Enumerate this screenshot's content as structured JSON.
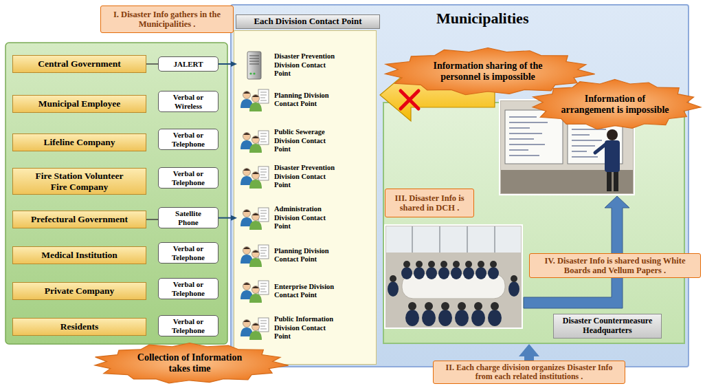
{
  "diagram": {
    "nodes": [
      {
        "text": [
          "I. Disaster Info gathers in the Municipalities ."
        ]
      },
      {
        "text": [
          "Municipalities"
        ]
      },
      {
        "text": [
          "Each Division Contact Point"
        ],
        "in": 1
      },
      {
        "text": [
          "Disaster Prevention Division Contact Point"
        ],
        "in": 2
      },
      {
        "text": [
          "Planning Division Contact Point"
        ],
        "in": 2
      },
      {
        "text": [
          "Public Sewerage Division Contact Point"
        ],
        "in": 2
      },
      {
        "text": [
          "Disaster Prevention Division Contact Point"
        ],
        "in": 2
      },
      {
        "text": [
          "Administration Division Contact Point"
        ],
        "in": 2
      },
      {
        "text": [
          "Planning Division Contact Point"
        ],
        "in": 2
      },
      {
        "text": [
          "Enterprise Division Contact Point"
        ],
        "in": 2
      },
      {
        "text": [
          "Public Information Division Contact Point"
        ],
        "in": 2
      },
      {
        "text": [
          "Central Government"
        ]
      },
      {
        "text": [
          "Municipal Employee"
        ]
      },
      {
        "text": [
          "Lifeline Company"
        ]
      },
      {
        "text": [
          "Fire Station Volunteer Fire Company"
        ]
      },
      {
        "text": [
          "Prefectural Government"
        ]
      },
      {
        "text": [
          "Medical Institution"
        ]
      },
      {
        "text": [
          "Private Company"
        ]
      },
      {
        "text": [
          "Residents"
        ]
      },
      {
        "text": [
          "JALERT"
        ]
      },
      {
        "text": [
          "Verbal or Wireless"
        ]
      },
      {
        "text": [
          "Verbal or Telephone"
        ]
      },
      {
        "text": [
          "Verbal or Telephone"
        ]
      },
      {
        "text": [
          "Satellite Phone"
        ]
      },
      {
        "text": [
          "Verbal or Telephone"
        ]
      },
      {
        "text": [
          "Verbal or Telephone"
        ]
      },
      {
        "text": [
          "Verbal or Telephone"
        ]
      },
      {
        "text": [
          "Disaster Countermeasure Headquarters"
        ],
        "in": 1
      },
      {
        "text": [
          "Information sharing of the personnel is impossible"
        ],
        "in": 1
      },
      {
        "text": [
          "Information of arrangement is impossible"
        ]
      },
      {
        "text": [
          "III. Disaster Info is shared in DCH ."
        ],
        "in": 27
      },
      {
        "text": [
          "IV. Disaster Info is shared using White Boards and Vellum Papers ."
        ]
      },
      {
        "text": [
          "Collection of Information takes time"
        ]
      },
      {
        "text": [
          "II. Each charge division organizes Disaster Info from each related institutions ."
        ]
      }
    ],
    "edges": [
      {
        "from": 11,
        "to": 19,
        "arrow": "none"
      },
      {
        "from": 19,
        "to": 3,
        "arrow": "to"
      },
      {
        "from": 15,
        "to": 23,
        "arrow": "none"
      },
      {
        "from": 23,
        "to": 7,
        "arrow": "to"
      },
      {
        "from": 33,
        "to": 27,
        "arrow": "to"
      }
    ]
  }
}
